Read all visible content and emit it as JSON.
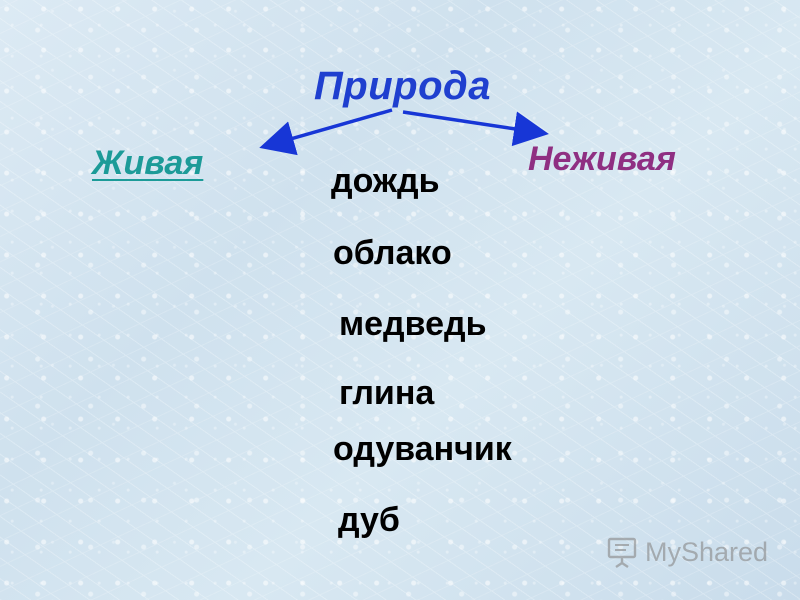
{
  "slide": {
    "title": "Природа",
    "categories": {
      "living": "Живая",
      "nonliving": "Неживая"
    },
    "words": [
      "дождь",
      "облако",
      "медведь",
      "глина",
      "одуванчик",
      "дуб"
    ],
    "colors": {
      "title": "#1f3fcf",
      "living": "#1c9b98",
      "nonliving": "#8f2f82",
      "words": "#000000",
      "arrows": "#1736d6"
    }
  },
  "watermark": {
    "text": "MyShared",
    "icon": "presentation-board-icon"
  }
}
